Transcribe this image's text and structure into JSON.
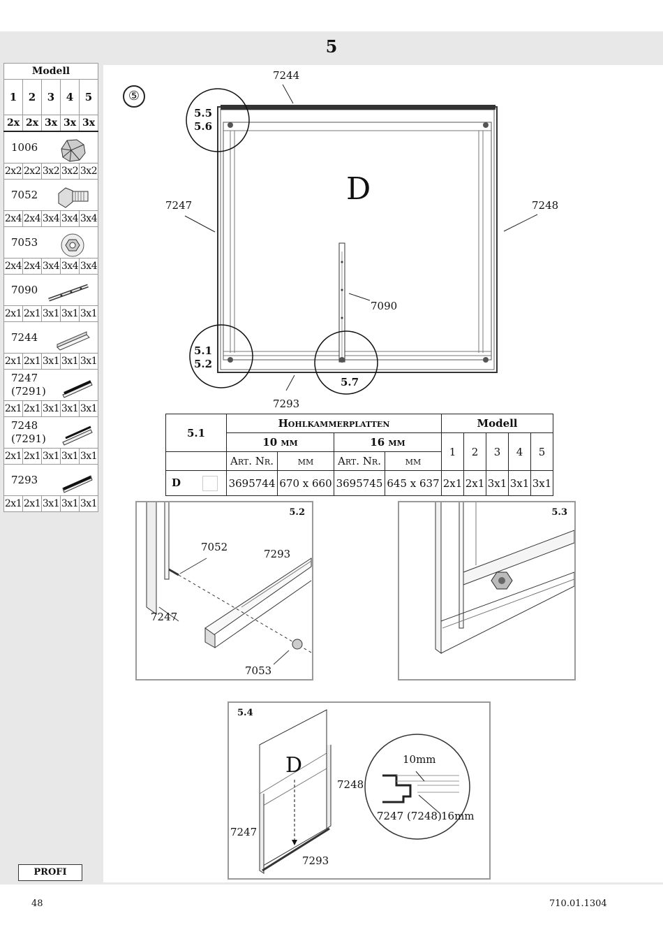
{
  "page": {
    "number": "5",
    "footer_left": "48",
    "footer_right": "710.01.1304",
    "badge": "PROFI",
    "step": "⑤"
  },
  "parts": {
    "header": "Modell",
    "models": [
      "1",
      "2",
      "3",
      "4",
      "5"
    ],
    "counts": [
      "2x",
      "2x",
      "3x",
      "3x",
      "3x"
    ],
    "items": [
      {
        "code": "1006",
        "icon": "hexagon-knob-icon",
        "qty": [
          "2x2",
          "2x2",
          "3x2",
          "3x2",
          "3x2"
        ]
      },
      {
        "code": "7052",
        "icon": "bolt-icon",
        "qty": [
          "2x4",
          "2x4",
          "3x4",
          "3x4",
          "3x4"
        ]
      },
      {
        "code": "7053",
        "icon": "nut-icon",
        "qty": [
          "2x4",
          "2x4",
          "3x4",
          "3x4",
          "3x4"
        ]
      },
      {
        "code": "7090",
        "icon": "rod-icon",
        "qty": [
          "2x1",
          "2x1",
          "3x1",
          "3x1",
          "3x1"
        ]
      },
      {
        "code": "7244",
        "icon": "profile-icon",
        "qty": [
          "2x1",
          "2x1",
          "3x1",
          "3x1",
          "3x1"
        ]
      },
      {
        "code": "7247",
        "code2": "(7291)",
        "icon": "profile-dark-icon",
        "qty": [
          "2x1",
          "2x1",
          "3x1",
          "3x1",
          "3x1"
        ]
      },
      {
        "code": "7248",
        "code2": "(7291)",
        "icon": "profile-dark-icon",
        "qty": [
          "2x1",
          "2x1",
          "3x1",
          "3x1",
          "3x1"
        ]
      },
      {
        "code": "7293",
        "icon": "profile-dark-icon",
        "qty": [
          "2x1",
          "2x1",
          "3x1",
          "3x1",
          "3x1"
        ]
      }
    ]
  },
  "frame": {
    "top": "7244",
    "left": "7247",
    "right": "7248",
    "rod": "7090",
    "bottom": "7293",
    "panel": "D",
    "c55": "5.5",
    "c56": "5.6",
    "c51": "5.1",
    "c52": "5.2",
    "c57": "5.7"
  },
  "spec": {
    "id": "5.1",
    "group": "Hohlkammerplatten",
    "mm10": "10 mm",
    "mm16": "16 mm",
    "art": "Art. Nr.",
    "mm": "mm",
    "modell": "Modell",
    "models": [
      "1",
      "2",
      "3",
      "4",
      "5"
    ],
    "row": {
      "label": "D",
      "art10": "3695744",
      "size10": "670 x 660",
      "art16": "3695745",
      "size16": "645 x 637",
      "qty": [
        "2x1",
        "2x1",
        "3x1",
        "3x1",
        "3x1"
      ]
    }
  },
  "d52": {
    "title": "5.2",
    "bolt": "7052",
    "rail": "7293",
    "side": "7247",
    "nut": "7053"
  },
  "d53": {
    "title": "5.3"
  },
  "d54": {
    "title": "5.4",
    "panel": "D",
    "right": "7248",
    "left": "7247",
    "bottom": "7293",
    "mm10": "10mm",
    "profiles": "7247 (7248)",
    "mm16": "16mm"
  }
}
